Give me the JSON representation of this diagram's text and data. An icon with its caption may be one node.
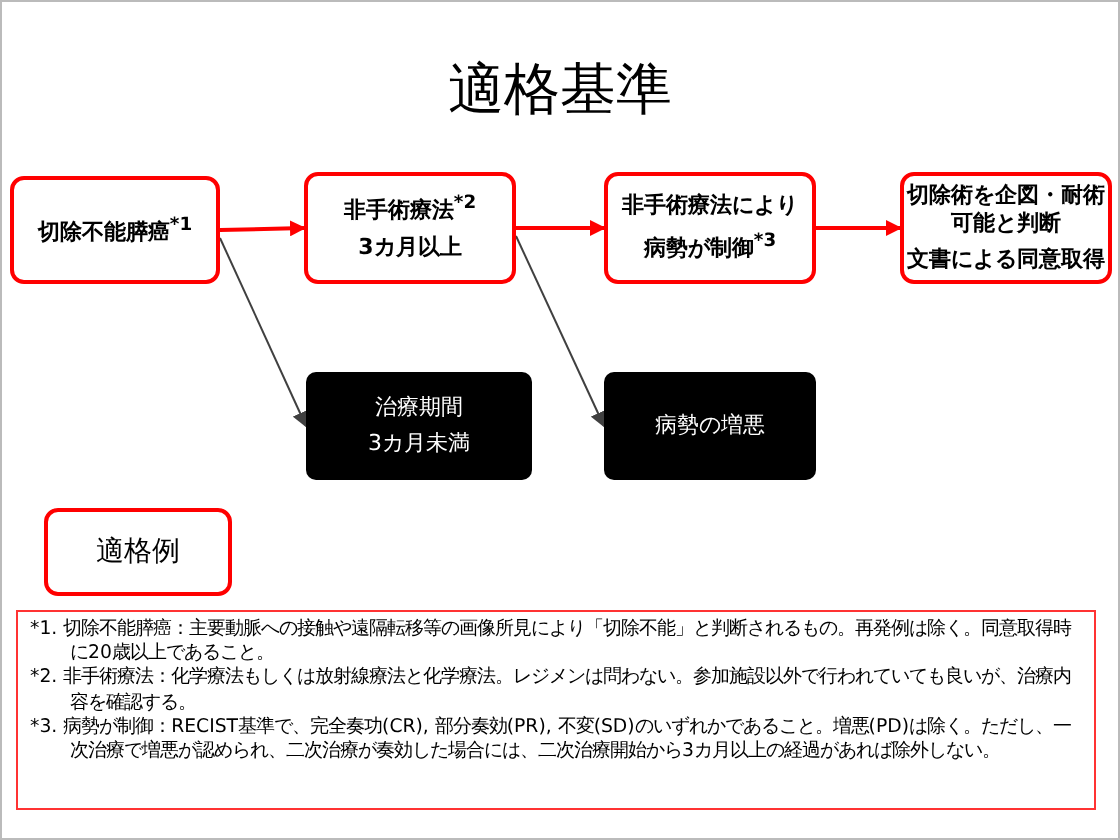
{
  "diagram": {
    "title": "適格基準",
    "nodes": [
      {
        "text": [
          "切除不能膵癌$^{*1}$"
        ]
      },
      {
        "text": [
          "非手術療法$^{*2}$",
          "3カ月以上"
        ]
      },
      {
        "text": [
          "非手術療法により",
          "病勢が制御$^{*3}$"
        ]
      },
      {
        "text": [
          "切除術を企図・耐術可能と判断",
          "文書による同意取得"
        ]
      },
      {
        "text": [
          "治療期間",
          "3カ月未満"
        ]
      },
      {
        "text": [
          "病勢の増悪"
        ]
      },
      {
        "text": [
          "適格例"
        ]
      },
      {
        "text": [
          "*1. 切除不能膵癌：主要動脈への接触や遠隔転移等の画像所見により「切除不能」と判断されるもの。再発例は除く。同意取得時に20歳以上であること。",
          "*2. 非手術療法：化学療法もしくは放射線療法と化学療法。レジメンは問わない。参加施設以外で行われていても良いが、治療内容を確認する。",
          "*3. 病勢が制御：RECIST基準で、完全奏功(CR), 部分奏効(PR), 不変(SD)のいずれかであること。増悪(PD)は除く。ただし、一次治療で増悪が認められ、二次治療が奏効した場合には、二次治療開始から3カ月以上の経過があれば除外しない。"
        ]
      }
    ],
    "edges": [
      {
        "from": 0,
        "to": 1,
        "arrow": "to",
        "color": "#ff0000"
      },
      {
        "from": 1,
        "to": 2,
        "arrow": "to",
        "color": "#ff0000"
      },
      {
        "from": 2,
        "to": 3,
        "arrow": "to",
        "color": "#ff0000"
      },
      {
        "from": 0,
        "to": 4,
        "arrow": "to",
        "color": "#404040"
      },
      {
        "from": 1,
        "to": 5,
        "arrow": "to",
        "color": "#404040"
      }
    ]
  }
}
